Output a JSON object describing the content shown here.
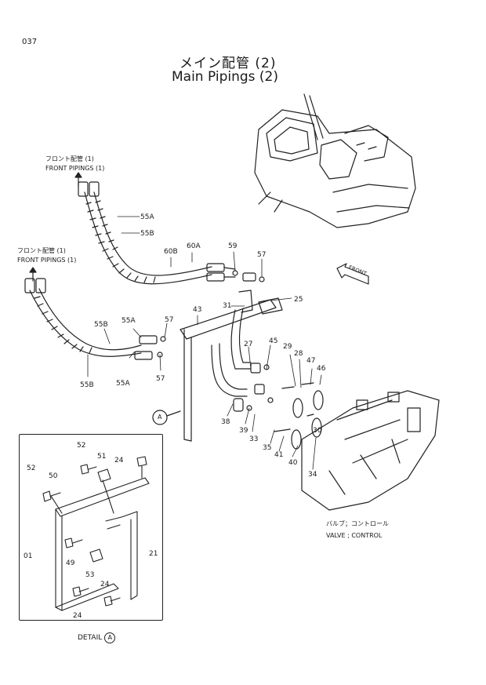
{
  "page_number": "037",
  "title_jp": "メイン配管 (2)",
  "title_en": "Main Pipings (2)",
  "annotations": {
    "front_pipings_upper_jp": "フロント配管 (1)",
    "front_pipings_upper_en": "FRONT PIPINGS (1)",
    "front_pipings_lower_jp": "フロント配管 (1)",
    "front_pipings_lower_en": "FRONT PIPINGS (1)",
    "front_arrow": "FRONT",
    "valve_jp": "バルブ；コントロール",
    "valve_en": "VALVE ; CONTROL",
    "detail_label": "DETAIL",
    "detail_ref": "A",
    "ref_a": "A"
  },
  "part_numbers": {
    "p55a_top": "55A",
    "p55b_top": "55B",
    "p60b": "60B",
    "p60a": "60A",
    "p59": "59",
    "p57_top": "57",
    "p25": "25",
    "p31": "31",
    "p43": "43",
    "p57_mid": "57",
    "p55b_mid": "55B",
    "p55a_mid": "55A",
    "p57_low": "57",
    "p55b_low": "55B",
    "p55a_low": "55A",
    "p27": "27",
    "p45": "45",
    "p29": "29",
    "p28": "28",
    "p47": "47",
    "p46": "46",
    "p38": "38",
    "p39": "39",
    "p33": "33",
    "p35": "35",
    "p41": "41",
    "p40": "40",
    "p34": "34",
    "p30": "30",
    "d52_top": "52",
    "d51": "51",
    "d24_top": "24",
    "d52_left": "52",
    "d50": "50",
    "d01": "01",
    "d49": "49",
    "d53": "53",
    "d21": "21",
    "d24_right": "24",
    "d24_bottom": "24"
  }
}
